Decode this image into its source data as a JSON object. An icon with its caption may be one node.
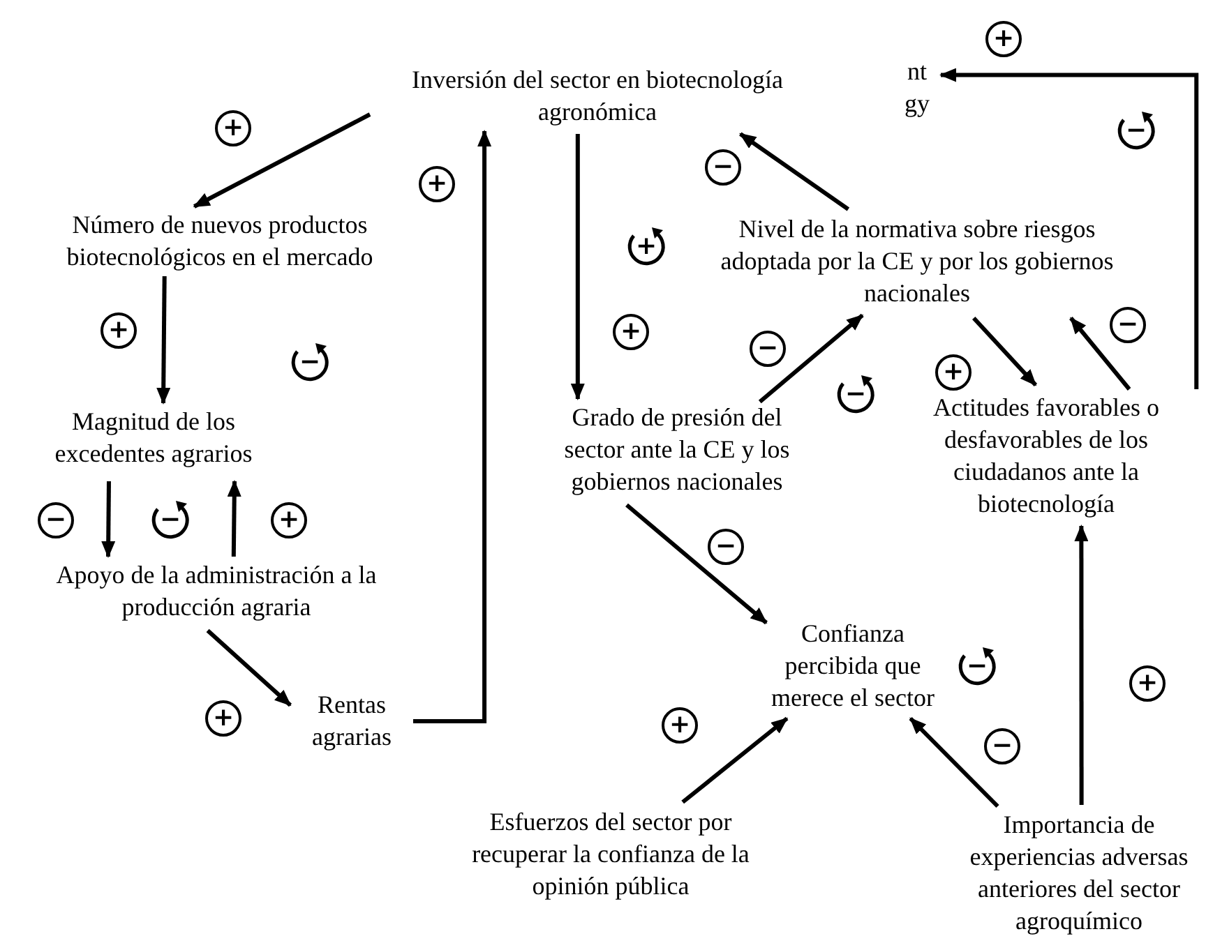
{
  "diagram": {
    "nodes": [
      {
        "text": [
          "Inversión del sector en biotecnología agronómica"
        ]
      },
      {
        "text": [
          "Número de nuevos productos biotecnológicos en el mercado"
        ]
      },
      {
        "text": [
          "Magnitud de los excedentes agrarios"
        ]
      },
      {
        "text": [
          "Apoyo de la administración a la producción agraria"
        ]
      },
      {
        "text": [
          "Rentas agrarias"
        ]
      },
      {
        "text": [
          "Nivel de la normativa sobre riesgos adoptada por la CE y por los gobiernos nacionales"
        ]
      },
      {
        "text": [
          "Grado de presión del sector ante la CE y los gobiernos nacionales"
        ]
      },
      {
        "text": [
          "Actitudes favorables o desfavorables de los ciudadanos ante la biotecnología"
        ]
      },
      {
        "text": [
          "Confianza percibida que merece el sector"
        ]
      },
      {
        "text": [
          "Esfuerzos del sector por recuperar la confianza de la opinión pública"
        ]
      },
      {
        "text": [
          "Importancia de experiencias adversas anteriores del sector agroquímico"
        ]
      },
      {
        "text": [
          "nt gy"
        ]
      }
    ],
    "edges": [
      {
        "from": 0,
        "to": 1,
        "arrow": "to",
        "label": "+"
      },
      {
        "from": 1,
        "to": 2,
        "arrow": "to",
        "label": "+"
      },
      {
        "from": 2,
        "to": 3,
        "arrow": "to",
        "label": "−"
      },
      {
        "from": 3,
        "to": 2,
        "arrow": "to",
        "label": "+"
      },
      {
        "from": 3,
        "to": 4,
        "arrow": "to",
        "label": "+"
      },
      {
        "from": 4,
        "to": 0,
        "arrow": "to",
        "label": "+"
      },
      {
        "from": 0,
        "to": 6,
        "arrow": "to",
        "label": "+"
      },
      {
        "from": 5,
        "to": 0,
        "arrow": "to",
        "label": "−"
      },
      {
        "from": 6,
        "to": 5,
        "arrow": "to",
        "label": "−"
      },
      {
        "from": 5,
        "to": 7,
        "arrow": "to",
        "label": "+"
      },
      {
        "from": 7,
        "to": 5,
        "arrow": "to",
        "label": "−"
      },
      {
        "from": 7,
        "to": 11,
        "arrow": "to",
        "label": "+"
      },
      {
        "from": 6,
        "to": 8,
        "arrow": "to",
        "label": "−"
      },
      {
        "from": 9,
        "to": 8,
        "arrow": "to",
        "label": "+"
      },
      {
        "from": 10,
        "to": 8,
        "arrow": "to",
        "label": "−"
      },
      {
        "from": 10,
        "to": 7,
        "arrow": "to",
        "label": "+"
      }
    ],
    "labels": [
      "−",
      "+",
      "−",
      "−",
      "−",
      "−"
    ]
  }
}
